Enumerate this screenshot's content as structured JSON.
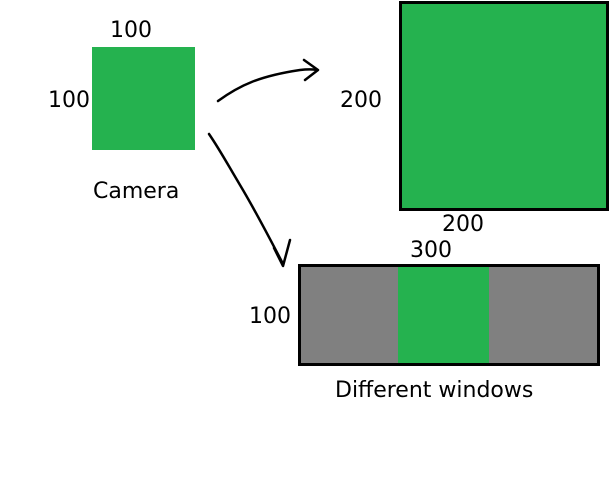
{
  "colors": {
    "green": "#25b24f",
    "gray": "#808080",
    "border": "#000000",
    "text": "#000000"
  },
  "camera": {
    "width_label": "100",
    "height_label": "100",
    "caption": "Camera"
  },
  "big_window": {
    "height_label": "200",
    "width_label": "200"
  },
  "wide_window": {
    "width_label": "300",
    "height_label": "100",
    "caption": "Different windows"
  }
}
